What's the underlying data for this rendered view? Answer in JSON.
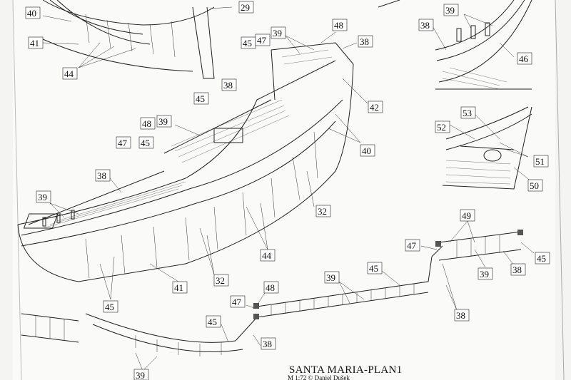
{
  "plan": {
    "title": "SANTA MARIA-PLAN1",
    "scale": "M 1:72 © Daniel Dušek"
  },
  "labels": [
    {
      "id": "l40a",
      "text": "40"
    },
    {
      "id": "l29",
      "text": "29"
    },
    {
      "id": "l41a",
      "text": "41"
    },
    {
      "id": "l44a",
      "text": "44"
    },
    {
      "id": "l39a",
      "text": "39"
    },
    {
      "id": "l38a",
      "text": "38"
    },
    {
      "id": "l46",
      "text": "46"
    },
    {
      "id": "l45a",
      "text": "45"
    },
    {
      "id": "l47a",
      "text": "47"
    },
    {
      "id": "l39b",
      "text": "39"
    },
    {
      "id": "l48a",
      "text": "48"
    },
    {
      "id": "l38b",
      "text": "38"
    },
    {
      "id": "l45b",
      "text": "45"
    },
    {
      "id": "l38c",
      "text": "38"
    },
    {
      "id": "l42",
      "text": "42"
    },
    {
      "id": "l48b",
      "text": "48"
    },
    {
      "id": "l39c",
      "text": "39"
    },
    {
      "id": "l47b",
      "text": "47"
    },
    {
      "id": "l45c",
      "text": "45"
    },
    {
      "id": "l40b",
      "text": "40"
    },
    {
      "id": "l53",
      "text": "53"
    },
    {
      "id": "l52",
      "text": "52"
    },
    {
      "id": "l51",
      "text": "51"
    },
    {
      "id": "l50",
      "text": "50"
    },
    {
      "id": "l38d",
      "text": "38"
    },
    {
      "id": "l39d",
      "text": "39"
    },
    {
      "id": "l32a",
      "text": "32"
    },
    {
      "id": "l44b",
      "text": "44"
    },
    {
      "id": "l41b",
      "text": "41"
    },
    {
      "id": "l32b",
      "text": "32"
    },
    {
      "id": "l45d",
      "text": "45"
    },
    {
      "id": "l49",
      "text": "49"
    },
    {
      "id": "l47c",
      "text": "47"
    },
    {
      "id": "l45e",
      "text": "45"
    },
    {
      "id": "l39e",
      "text": "39"
    },
    {
      "id": "l38e",
      "text": "38"
    },
    {
      "id": "l39f",
      "text": "39"
    },
    {
      "id": "l45f",
      "text": "45"
    },
    {
      "id": "l38f",
      "text": "38"
    },
    {
      "id": "l48c",
      "text": "48"
    },
    {
      "id": "l47d",
      "text": "47"
    },
    {
      "id": "l45g",
      "text": "45"
    },
    {
      "id": "l38g",
      "text": "38"
    },
    {
      "id": "l39g",
      "text": "39"
    }
  ]
}
